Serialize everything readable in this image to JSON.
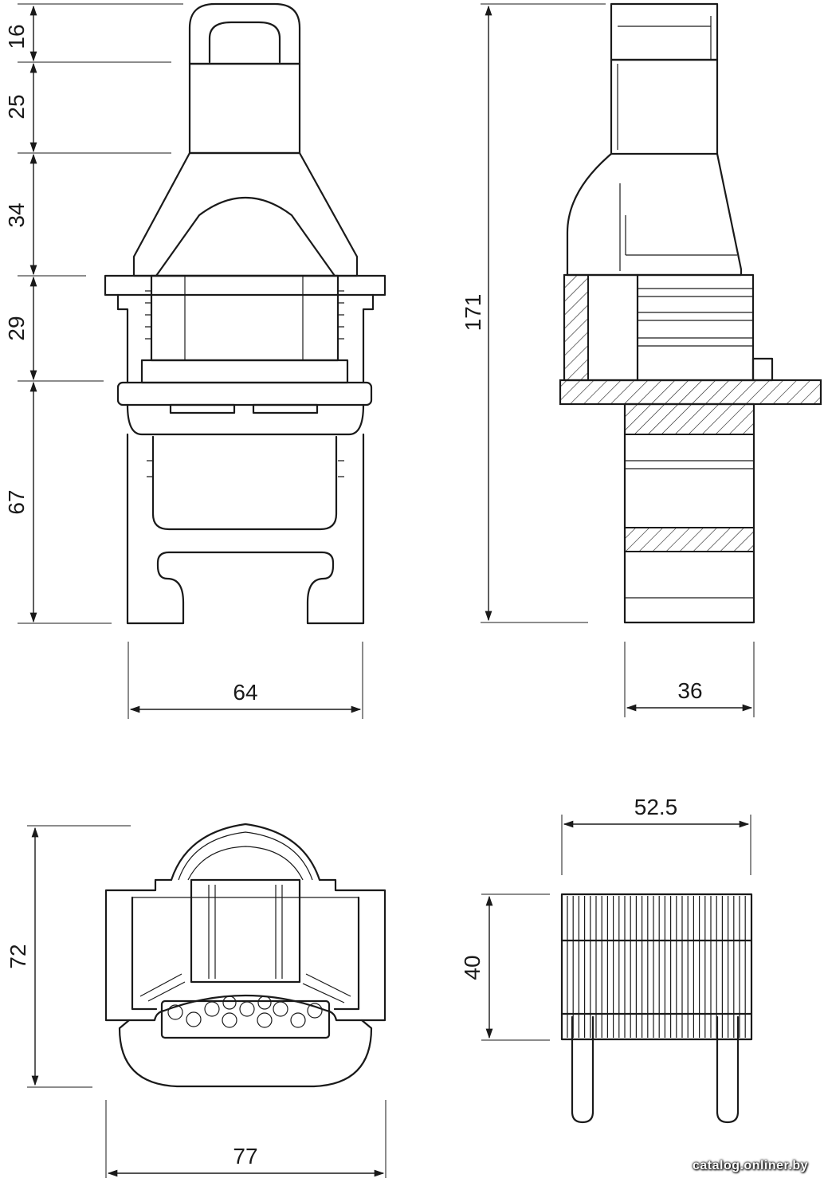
{
  "dimensions": {
    "front_view": {
      "h1": "16",
      "h2": "25",
      "h3": "34",
      "h4": "29",
      "h5": "67",
      "width": "64"
    },
    "side_view": {
      "total_height": "171",
      "depth": "36"
    },
    "top_view": {
      "depth": "72",
      "width": "77"
    },
    "grate_view": {
      "width": "52.5",
      "height": "40"
    }
  },
  "watermark": "catalog.onliner.by"
}
